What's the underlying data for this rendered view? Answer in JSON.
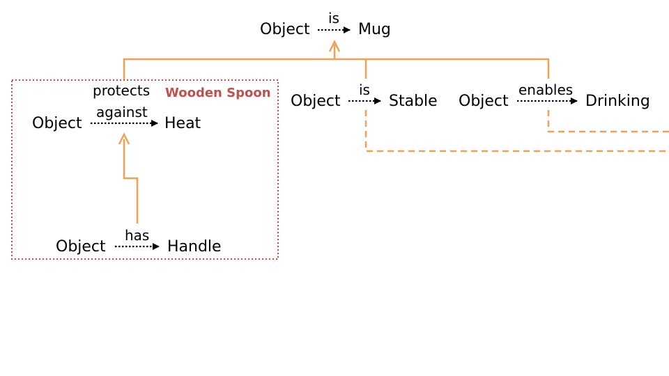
{
  "colors": {
    "connector": "#f0a052",
    "group_border": "#c0504d",
    "group_label": "#c0504d",
    "text": "#000000"
  },
  "top_triple": {
    "subject": "Object",
    "relation": "is",
    "object": "Mug"
  },
  "stable_triple": {
    "subject": "Object",
    "relation": "is",
    "object": "Stable"
  },
  "drinking_triple": {
    "subject": "Object",
    "relation": "enables",
    "object": "Drinking"
  },
  "group": {
    "label": "Wooden Spoon",
    "heat_triple": {
      "subject": "Object",
      "relation_line1": "protects",
      "relation_line2": "against",
      "object": "Heat"
    },
    "handle_triple": {
      "subject": "Object",
      "relation": "has",
      "object": "Handle"
    }
  }
}
